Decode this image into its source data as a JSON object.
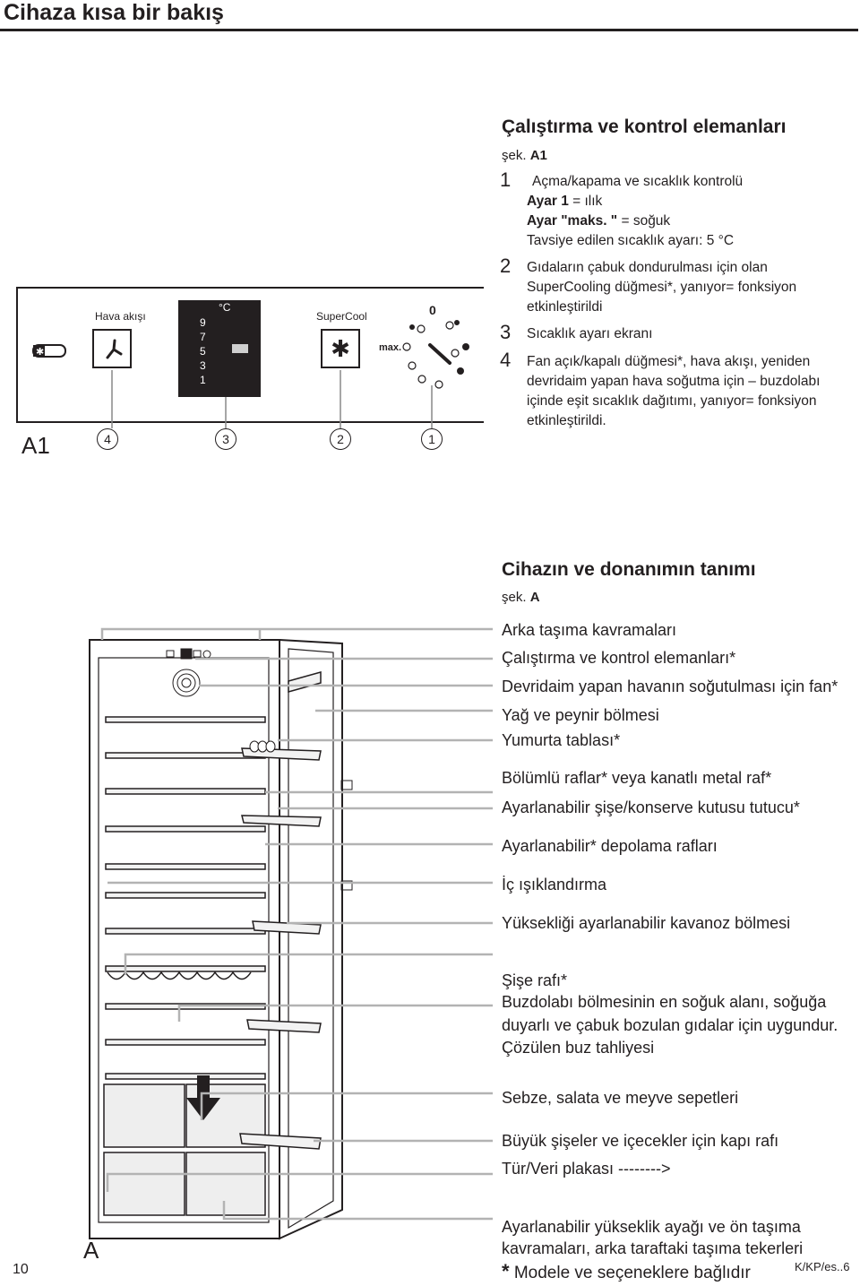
{
  "page": {
    "title": "Cihaza kısa bir bakış",
    "page_number": "10",
    "doc_code": "K/KP/es..6"
  },
  "controls": {
    "heading": "Çalıştırma ve kontrol elemanları",
    "figure_prefix": "şek.",
    "figure_id": "A1",
    "items": [
      {
        "num": "1",
        "lines": [
          "Açma/kapama ve sıcaklık kontrolü",
          {
            "bold": "Ayar 1",
            "rest": " = ılık"
          },
          {
            "bold": "Ayar \"maks. \"",
            "rest": " = soğuk"
          },
          "Tavsiye edilen sıcaklık ayarı: 5 °C"
        ]
      },
      {
        "num": "2",
        "lines": [
          "Gıdaların çabuk dondurulması için olan",
          "SuperCooling düğmesi*, yanıyor= fonksiyon",
          "etkinleştirildi"
        ]
      },
      {
        "num": "3",
        "lines": [
          "Sıcaklık ayarı ekranı"
        ]
      },
      {
        "num": "4",
        "lines": [
          "Fan açık/kapalı düğmesi*, hava akışı, yeniden",
          "devridaim yapan hava soğutma için – buzdolabı",
          "içinde eşit sıcaklık dağıtımı, yanıyor= fonksiyon",
          "etkinleştirildi."
        ]
      }
    ]
  },
  "panel": {
    "airflow_label": "Hava akışı",
    "supercool_label": "SuperCool",
    "degree_label": "°C",
    "scale": [
      "9",
      "7",
      "5",
      "3",
      "1"
    ],
    "max_label": "max.",
    "zero_label": "0",
    "callouts": [
      "4",
      "3",
      "2",
      "1"
    ],
    "figure_label": "A1"
  },
  "appliance": {
    "heading": "Cihazın ve donanımın tanımı",
    "figure_prefix": "şek.",
    "figure_id": "A",
    "figure_label": "A",
    "labels": [
      "Arka taşıma kavramaları",
      "Çalıştırma ve kontrol elemanları*",
      "Devridaim yapan havanın soğutulması için fan*",
      "Yağ ve peynir bölmesi",
      "Yumurta tablası*",
      "Bölümlü raflar* veya kanatlı metal raf*",
      "Ayarlanabilir şişe/konserve kutusu tutucu*",
      "Ayarlanabilir* depolama rafları",
      "İç ışıklandırma",
      "Yüksekliği ayarlanabilir kavanoz bölmesi",
      "Şişe rafı*",
      "Buzdolabı bölmesinin en soğuk alanı, soğuğa",
      "duyarlı ve çabuk bozulan gıdalar için uygundur.",
      "Çözülen buz tahliyesi",
      "Sebze, salata ve meyve sepetleri",
      "Büyük şişeler ve içecekler için kapı rafı",
      "Tür/Veri plakası -------->",
      "Ayarlanabilir yükseklik ayağı ve ön taşıma",
      "kavramaları, arka taraftaki taşıma tekerleri"
    ]
  },
  "footer": {
    "star": "*",
    "note": " Modele ve seçeneklere bağlıdır"
  }
}
